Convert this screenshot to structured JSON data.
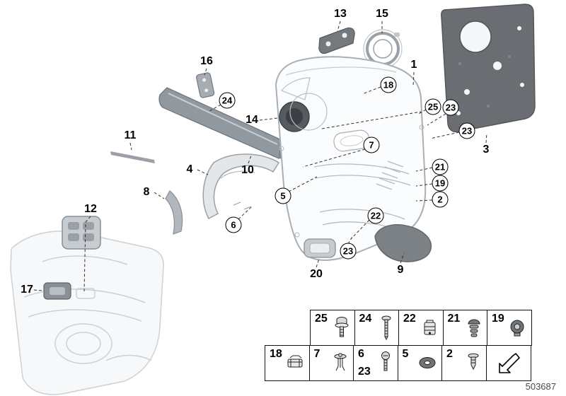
{
  "doc_number": "503687",
  "callouts": {
    "n1": "1",
    "n2": "2",
    "n3": "3",
    "n4": "4",
    "n5": "5",
    "n6": "6",
    "n7": "7",
    "n8": "8",
    "n9": "9",
    "n10": "10",
    "n11": "11",
    "n12": "12",
    "n13": "13",
    "n14": "14",
    "n15": "15",
    "n16": "16",
    "n17": "17",
    "n18": "18",
    "n19": "19",
    "n20": "20",
    "n21": "21",
    "n22": "22",
    "n23": "23",
    "n24": "24",
    "n25": "25"
  },
  "legend": {
    "row1": [
      {
        "num": "25",
        "icon": "screw-washer-icon"
      },
      {
        "num": "24",
        "icon": "long-screw-icon"
      },
      {
        "num": "22",
        "icon": "clip-nut-icon"
      },
      {
        "num": "21",
        "icon": "ribbed-plug-icon"
      },
      {
        "num": "19",
        "icon": "grommet-plug-icon"
      }
    ],
    "row2": [
      {
        "num": "18",
        "icon": "channel-clip-icon"
      },
      {
        "num": "7",
        "icon": "expansion-rivet-icon"
      },
      {
        "num": "6",
        "num2": "23",
        "icon": "pan-screw-icon"
      },
      {
        "num": "5",
        "icon": "washer-grommet-icon"
      },
      {
        "num": "2",
        "icon": "expanding-clip-icon"
      },
      {
        "num": "",
        "icon": "direction-arrow-icon"
      }
    ]
  }
}
